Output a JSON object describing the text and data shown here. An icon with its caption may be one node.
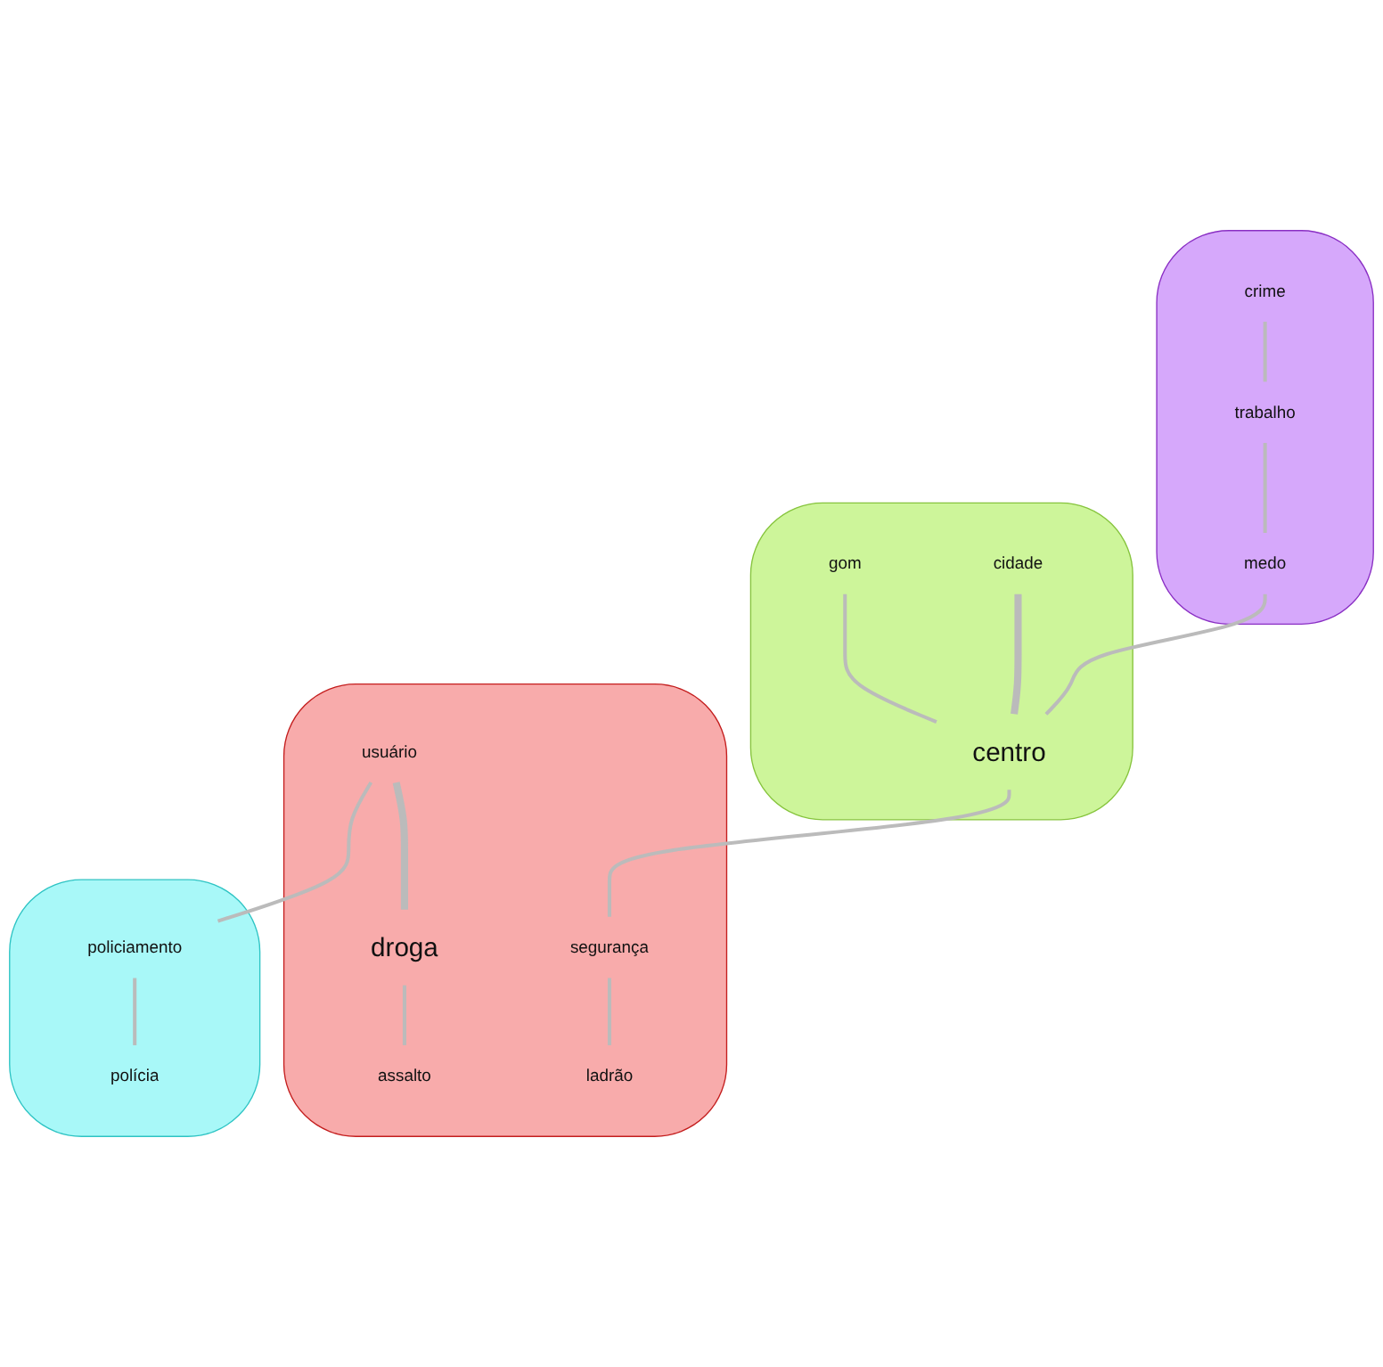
{
  "diagram": {
    "nodes": [
      {
        "text": [],
        "shape": "cloud"
      },
      {
        "text": [
          "crime"
        ],
        "in": 0
      },
      {
        "text": [
          "trabalho"
        ],
        "in": 0
      },
      {
        "text": [
          "medo"
        ],
        "in": 0
      },
      {
        "text": [],
        "shape": "cloud"
      },
      {
        "text": [
          "cidade"
        ],
        "in": 4
      },
      {
        "text": [
          "centro"
        ],
        "in": 4
      },
      {
        "text": [
          "gom"
        ],
        "in": 4
      },
      {
        "text": [],
        "shape": "cloud"
      },
      {
        "text": [
          "segurança"
        ],
        "in": 8
      },
      {
        "text": [
          "usuário"
        ],
        "in": 8
      },
      {
        "text": [
          "droga"
        ],
        "in": 8
      },
      {
        "text": [
          "assalto"
        ],
        "in": 8
      },
      {
        "text": [
          "ladrão"
        ],
        "in": 8
      },
      {
        "text": [],
        "shape": "cloud"
      },
      {
        "text": [
          "policiamento"
        ],
        "in": 14
      },
      {
        "text": [
          "polícia"
        ],
        "in": 14
      }
    ],
    "edges": [
      {
        "from": 1,
        "to": 2,
        "arrow": "none"
      },
      {
        "from": 2,
        "to": 3,
        "arrow": "none"
      },
      {
        "from": 3,
        "to": 6,
        "arrow": "none"
      },
      {
        "from": 5,
        "to": 6,
        "arrow": "none",
        "style": "thick"
      },
      {
        "from": 7,
        "to": 6,
        "arrow": "none"
      },
      {
        "from": 6,
        "to": 9,
        "arrow": "none"
      },
      {
        "from": 9,
        "to": 13,
        "arrow": "none"
      },
      {
        "from": 10,
        "to": 11,
        "arrow": "none",
        "style": "thick"
      },
      {
        "from": 11,
        "to": 12,
        "arrow": "none"
      },
      {
        "from": 10,
        "to": 15,
        "arrow": "none"
      },
      {
        "from": 15,
        "to": 16,
        "arrow": "none"
      }
    ]
  }
}
